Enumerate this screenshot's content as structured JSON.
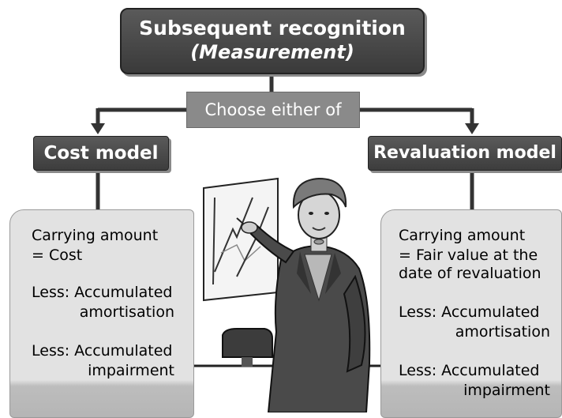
{
  "header": {
    "title_line1": "Subsequent  recognition",
    "title_line2": "(Measurement)"
  },
  "choose": {
    "label": "Choose either of"
  },
  "cost_model": {
    "title": "Cost model",
    "line1": "Carrying amount",
    "line2": "= Cost",
    "line3": "Less: Accumulated",
    "line4": "amortisation",
    "line5": "Less: Accumulated",
    "line6": "impairment"
  },
  "revaluation_model": {
    "title": "Revaluation model",
    "line1": "Carrying amount",
    "line2": "= Fair value at the",
    "line3": "date of revaluation",
    "line4": "Less: Accumulated",
    "line5": "amortisation",
    "line6": "Less: Accumulated",
    "line7": "impairment"
  },
  "colors": {
    "dark_box": "#454545",
    "choose_box": "#8a8a8a",
    "panel": "#e2e2e2"
  }
}
